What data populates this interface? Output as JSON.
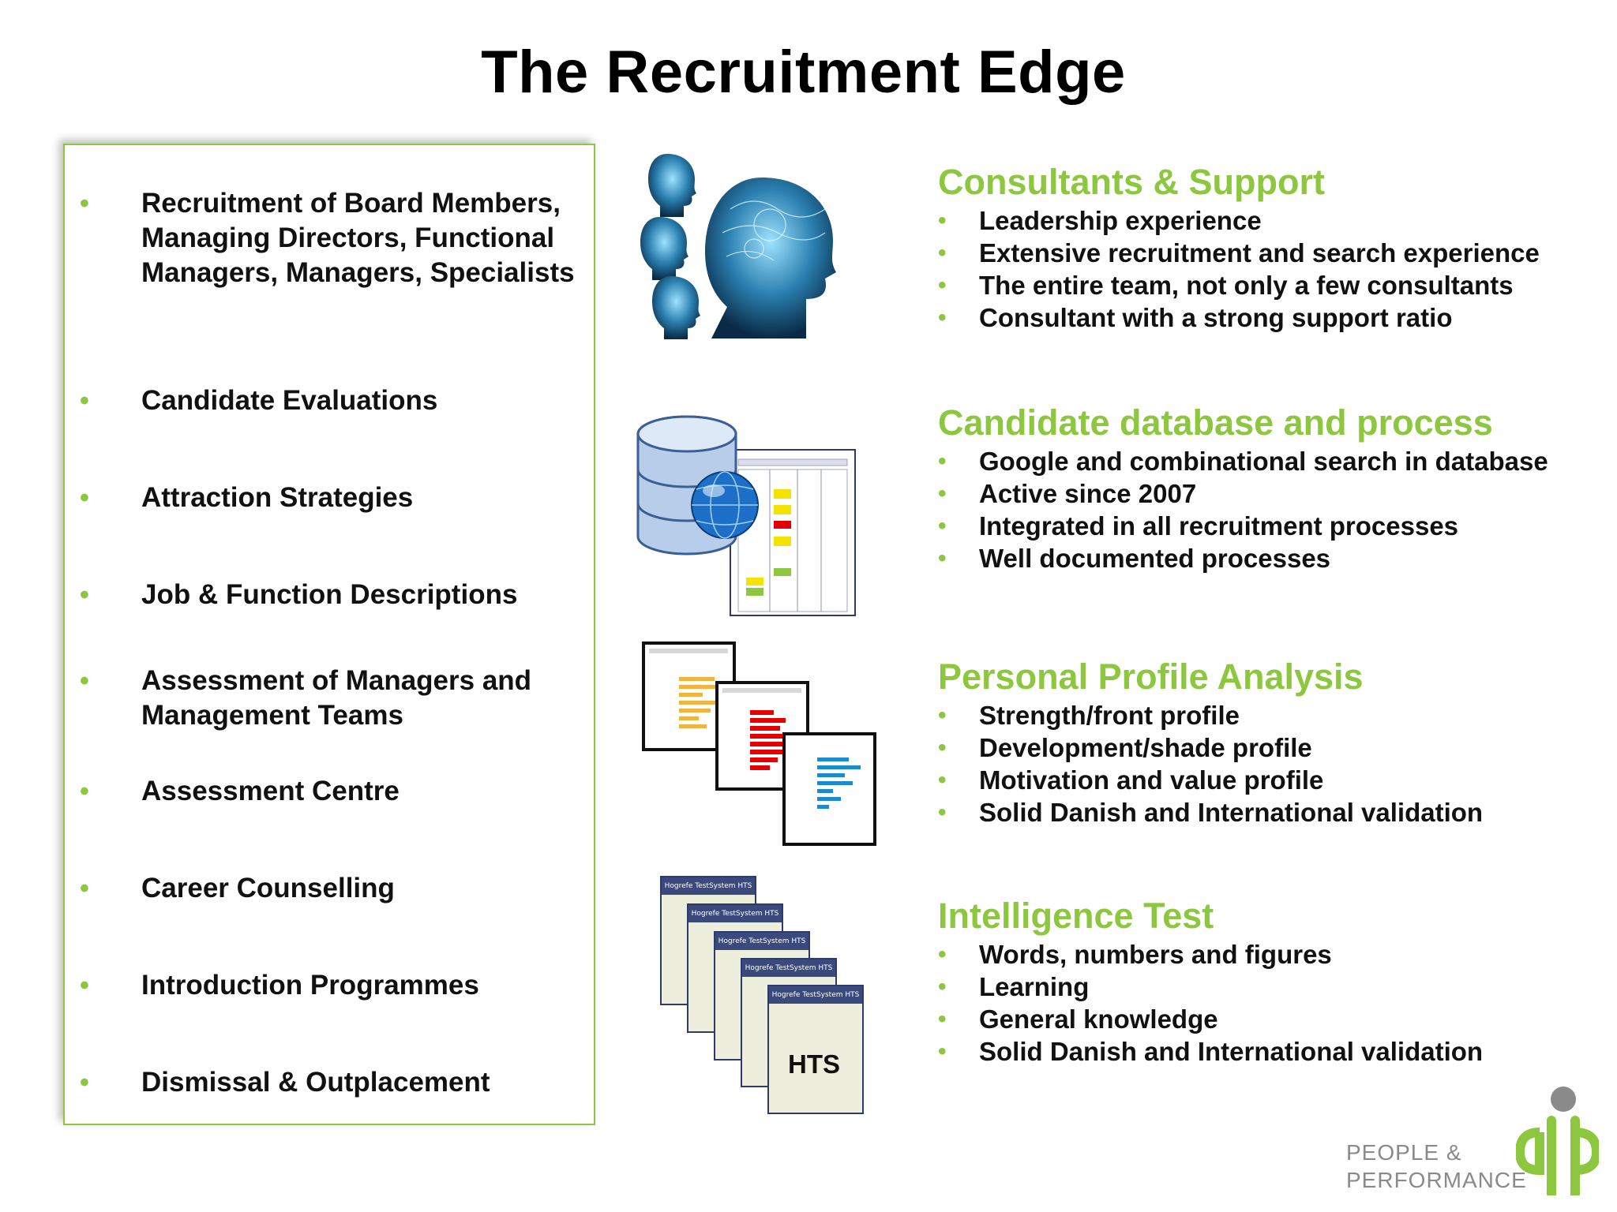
{
  "slide": {
    "title": "The Recruitment Edge"
  },
  "services": [
    "Recruitment of Board Members, Managing Directors, Functional Managers, Managers, Specialists",
    "Candidate Evaluations",
    "Attraction Strategies",
    "Job & Function Descriptions",
    "Assessment of Managers and Management Teams",
    "Assessment Centre",
    "Career Counselling",
    "Introduction Programmes",
    "Dismissal & Outplacement"
  ],
  "sections": [
    {
      "heading": "Consultants & Support",
      "items": [
        "Leadership experience",
        "Extensive recruitment and search experience",
        "The entire team, not only a few consultants",
        "Consultant with a strong support ratio"
      ]
    },
    {
      "heading": "Candidate database and process",
      "items": [
        "Google and combinational search in database",
        "Active since 2007",
        "Integrated in all recruitment processes",
        "Well documented processes"
      ]
    },
    {
      "heading": "Personal Profile Analysis",
      "items": [
        "Strength/front profile",
        "Development/shade profile",
        "Motivation and value profile",
        "Solid Danish and International validation"
      ]
    },
    {
      "heading": "Intelligence Test",
      "items": [
        "Words, numbers and figures",
        "Learning",
        "General knowledge",
        "Solid Danish and International validation"
      ]
    }
  ],
  "hts": {
    "label": "HTS",
    "card_title": "Hogrefe TestSystem HTS"
  },
  "logo": {
    "line1": "PEOPLE &",
    "line2": "PERFORMANCE"
  },
  "colors": {
    "accent": "#8dc63f",
    "navy": "#3b4a7d",
    "text": "#111111"
  },
  "icons": [
    "bullet-icon",
    "brain-heads-icon",
    "database-globe-icon",
    "profile-reports-icon",
    "hts-test-booklets-icon",
    "people-performance-logo"
  ]
}
